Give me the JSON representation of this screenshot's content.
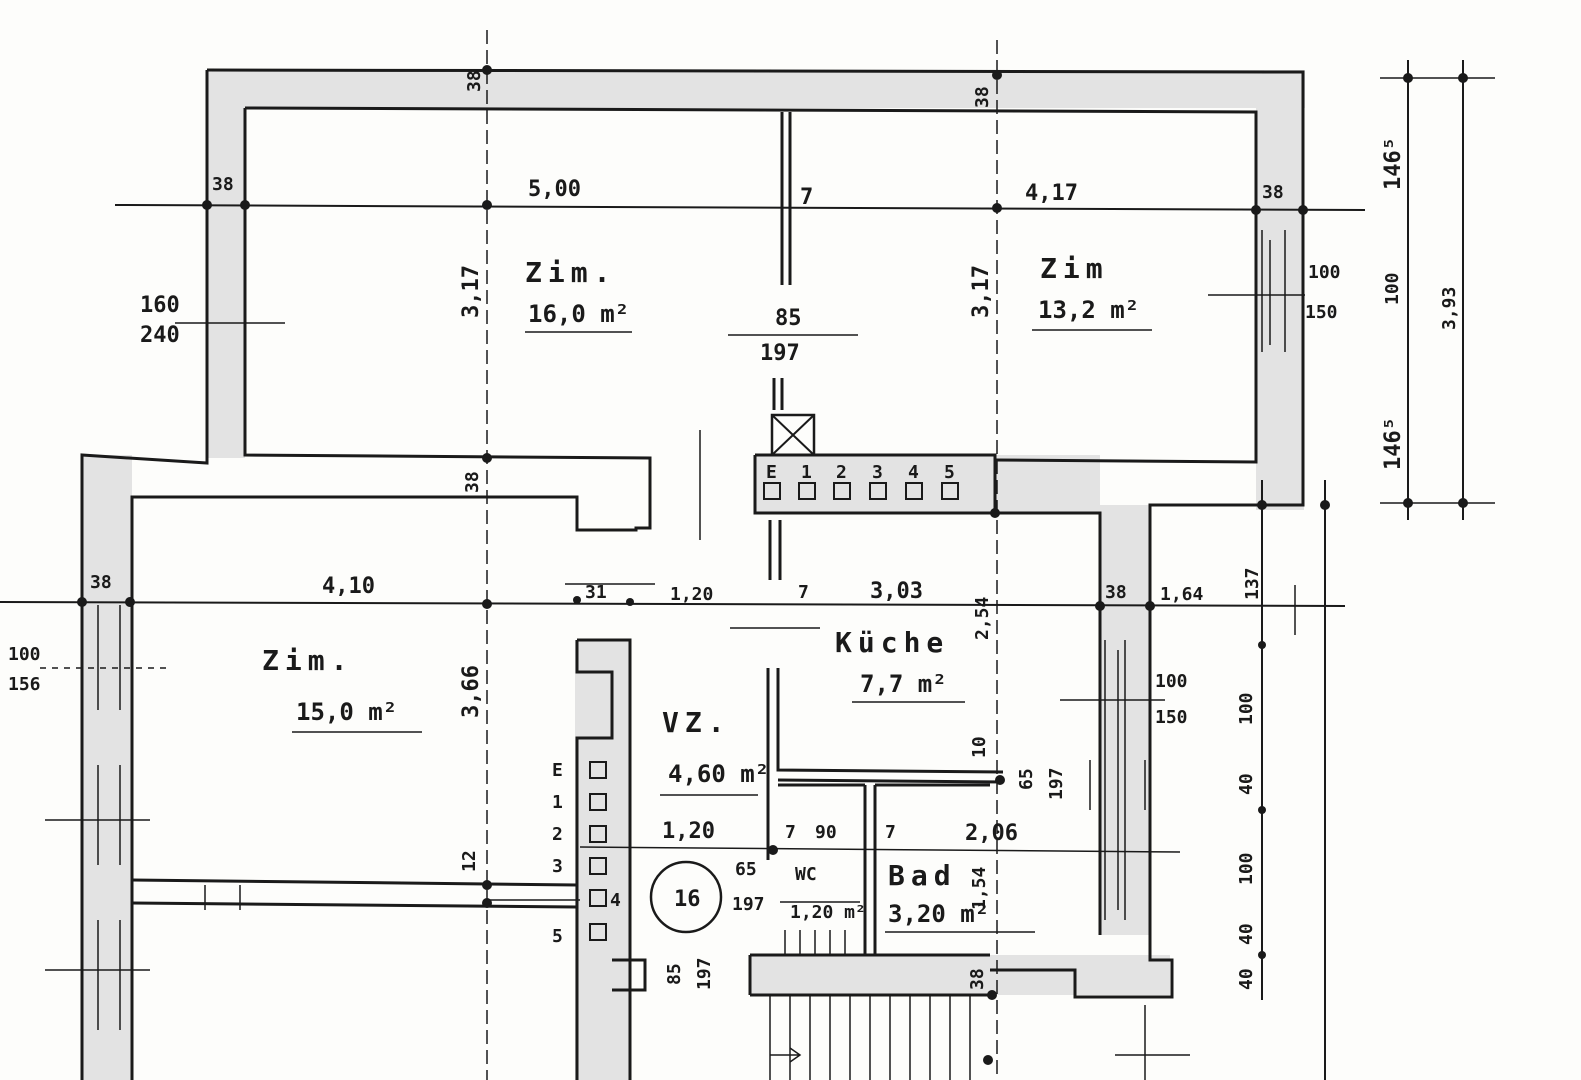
{
  "rooms": {
    "zimmer_a": {
      "name": "Zim.",
      "area": "16,0 m²"
    },
    "zimmer_b": {
      "name": "Zim",
      "area": "13,2 m²"
    },
    "zimmer_c": {
      "name": "Zim.",
      "area": "15,0 m²"
    },
    "kueche": {
      "name": "Küche",
      "area": "7,7 m²"
    },
    "vorzimmer": {
      "name": "VZ.",
      "area": "4,60 m²"
    },
    "wc": {
      "name": "WC",
      "area": "1,20 m²"
    },
    "bad": {
      "name": "Bad",
      "area": "3,20 m²"
    }
  },
  "dimensions": {
    "wall_38": "38",
    "w_500": "5,00",
    "w_7": "7",
    "w_417": "4,17",
    "h_317": "3,17",
    "door_85": "85",
    "door_197": "197",
    "win_160": "160",
    "win_240": "240",
    "win_100": "100",
    "win_150": "150",
    "win_156": "156",
    "w_410": "4,10",
    "w_31": "31",
    "w_120": "1,20",
    "w_303": "3,03",
    "h_254": "2,54",
    "w_164": "1,64",
    "h_137": "137",
    "h_366": "3,66",
    "v_10": "10",
    "d_65": "65",
    "w_90": "90",
    "w_206": "2,06",
    "h_154": "1,54",
    "w_12": "12",
    "stair_16": "16",
    "side_1465_a": "146⁵",
    "side_100": "100",
    "side_1465_b": "146⁵",
    "side_393": "3,93",
    "r_100a": "100",
    "r_40a": "40",
    "r_100b": "100",
    "r_40b": "40",
    "r_40c": "40"
  },
  "flues": {
    "top": [
      "E",
      "1",
      "2",
      "3",
      "4",
      "5"
    ],
    "left": [
      "E",
      "1",
      "2",
      "3",
      "4",
      "5"
    ]
  }
}
